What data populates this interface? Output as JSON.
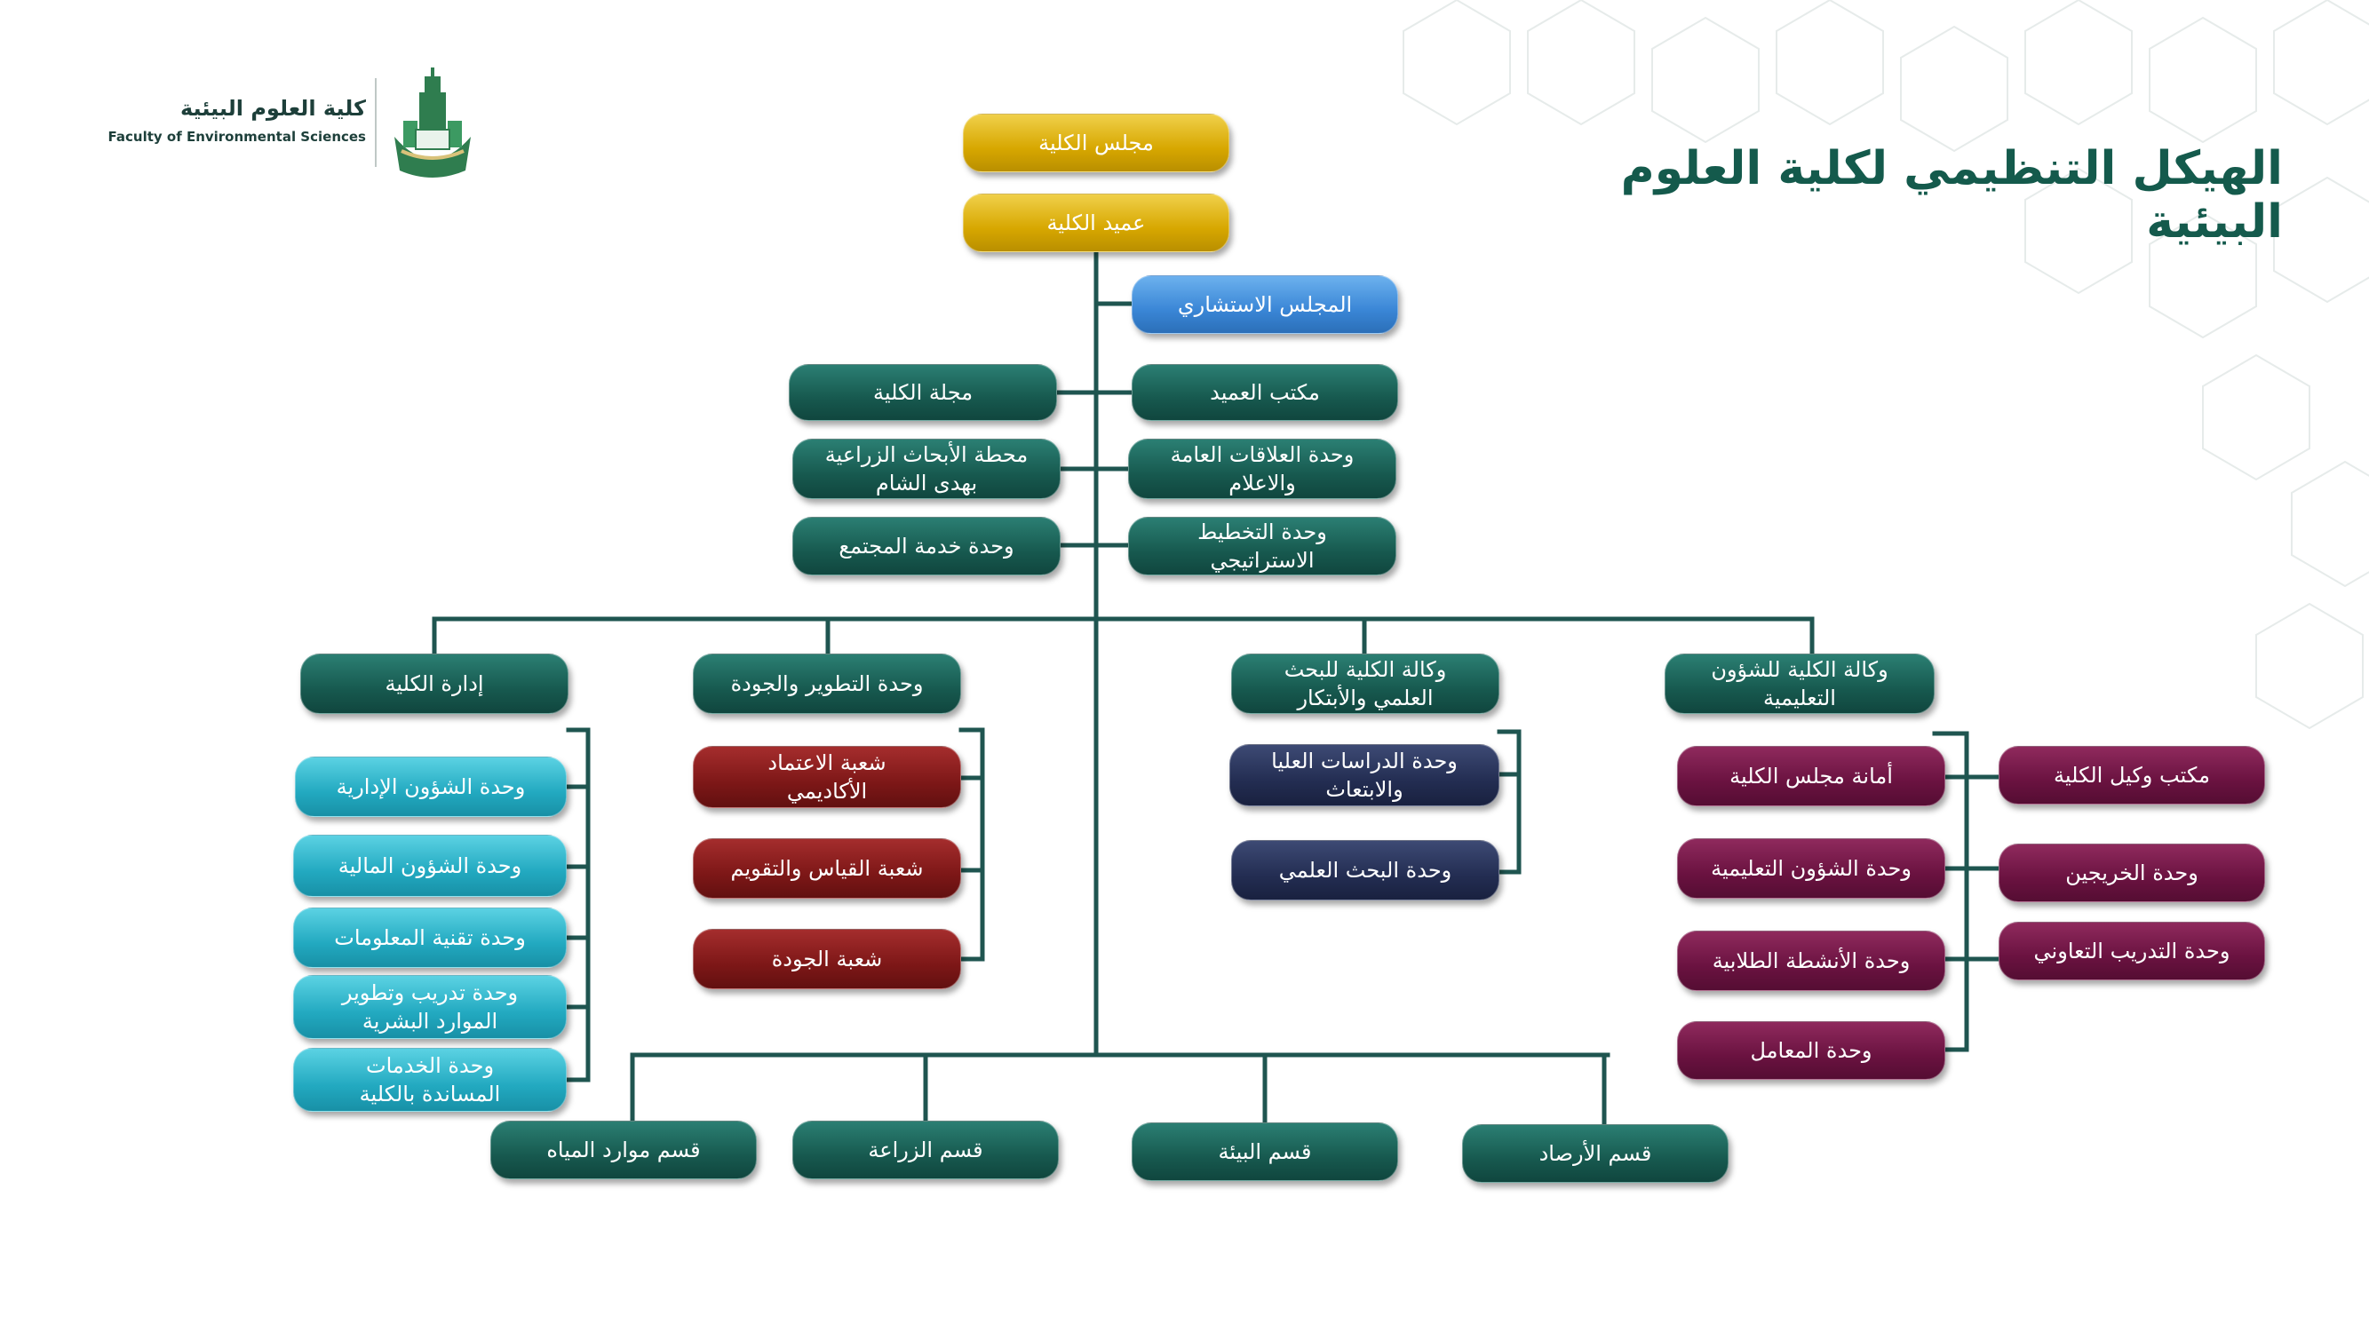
{
  "title": "الهيكل التنظيمي لكلية العلوم البيئية",
  "logo": {
    "name_ar": "كلية العلوم البيئية",
    "name_en": "Faculty of Environmental Sciences"
  },
  "colors": {
    "title": "#145a4c",
    "connector": "#1f5550",
    "gold": "#d7a700",
    "blue": "#3a86d6",
    "teal": "#17594f",
    "cyan": "#22a9c0",
    "red": "#7d1717",
    "navy": "#232d52",
    "plum": "#6a1240"
  },
  "nodes": {
    "college_council": "مجلس الكلية",
    "dean": "عميد الكلية",
    "advisory_council": "المجلس الاستشاري",
    "dean_office": "مكتب العميد",
    "college_journal": "مجلة الكلية",
    "public_relations": "وحدة العلاقات العامة\nوالاعلام",
    "agri_research_station": "محطة الأبحاث الزراعية\nبهدى الشام",
    "strategic_planning": "وحدة التخطيط\nالاستراتيجي",
    "community_service": "وحدة خدمة المجتمع",
    "college_admin": "إدارة الكلية",
    "dev_quality": "وحدة التطوير والجودة",
    "research_vice": "وكالة الكلية للبحث\nالعلمي والأبتكار",
    "academic_vice": "وكالة الكلية للشؤون\nالتعليمية",
    "admin_affairs": "وحدة الشؤون الإدارية",
    "financial_affairs": "وحدة الشؤون المالية",
    "it_unit": "وحدة تقنية المعلومات",
    "hr_training": "وحدة تدريب وتطوير\nالموارد البشرية",
    "support_services": "وحدة  الخدمات\nالمساندة بالكلية",
    "accreditation": "شعبة الاعتماد\nالأكاديمي",
    "measurement": "شعبة القياس والتقويم",
    "quality_division": "شعبة الجودة",
    "grad_studies": "وحدة الدراسات العليا\nوالابتعاث",
    "scientific_research": "وحدة البحث العلمي",
    "council_secretariat": "أمانة مجلس الكلية",
    "educational_affairs": "وحدة الشؤون التعليمية",
    "student_activities": "وحدة الأنشطة الطلابية",
    "labs": "وحدة المعامل",
    "vice_dean_office": "مكتب وكيل الكلية",
    "alumni": "وحدة الخريجين",
    "coop_training": "وحدة التدريب التعاوني",
    "dept_water": "قسم موارد المياه",
    "dept_agriculture": "قسم الزراعة",
    "dept_environment": "قسم البيئة",
    "dept_meteorology": "قسم الأرصاد"
  }
}
